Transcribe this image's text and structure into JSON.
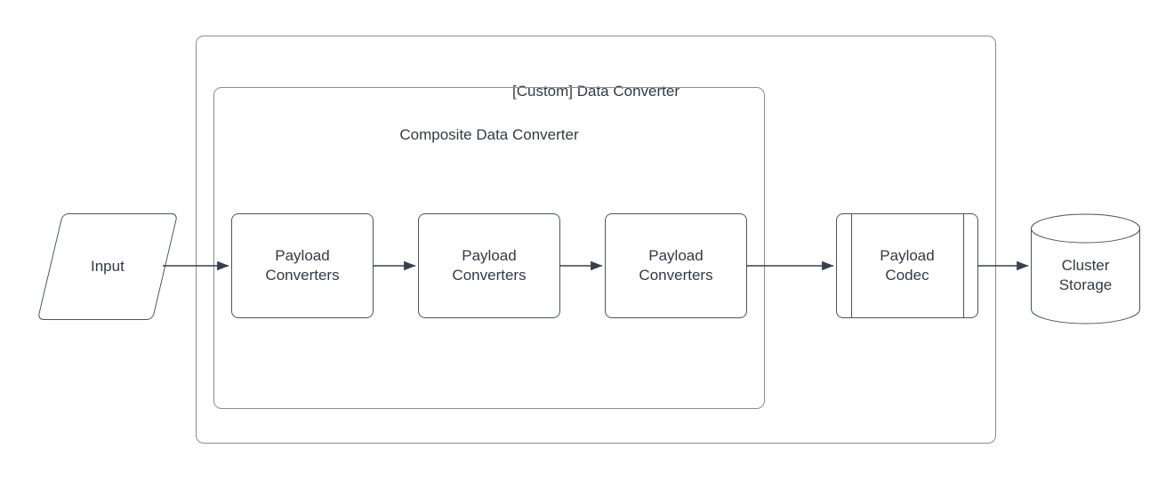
{
  "diagram": {
    "type": "flowchart",
    "direction": "left-to-right",
    "containers": {
      "outer": {
        "id": "custom-data-converter",
        "label": "[Custom] Data Converter"
      },
      "inner": {
        "id": "composite-data-converter",
        "label": "Composite Data Converter"
      }
    },
    "nodes": {
      "input": {
        "label": "Input",
        "shape": "parallelogram"
      },
      "converter1": {
        "label": "Payload\nConverters",
        "shape": "rounded-rectangle"
      },
      "converter2": {
        "label": "Payload\nConverters",
        "shape": "rounded-rectangle"
      },
      "converter3": {
        "label": "Payload\nConverters",
        "shape": "rounded-rectangle"
      },
      "codec": {
        "label": "Payload\nCodec",
        "shape": "predefined-process"
      },
      "storage": {
        "label": "Cluster\nStorage",
        "shape": "cylinder"
      }
    },
    "edges": [
      {
        "from": "input",
        "to": "converter1",
        "style": "solid-arrow"
      },
      {
        "from": "converter1",
        "to": "converter2",
        "style": "solid-arrow"
      },
      {
        "from": "converter2",
        "to": "converter3",
        "style": "solid-arrow"
      },
      {
        "from": "converter3",
        "to": "codec",
        "style": "solid-arrow"
      },
      {
        "from": "codec",
        "to": "storage",
        "style": "solid-arrow"
      }
    ],
    "colors": {
      "background": "#ffffff",
      "container_stroke": "#898d95",
      "shape_stroke": "#4a5462",
      "arrow": "#39404d",
      "text": "#333a46"
    }
  }
}
